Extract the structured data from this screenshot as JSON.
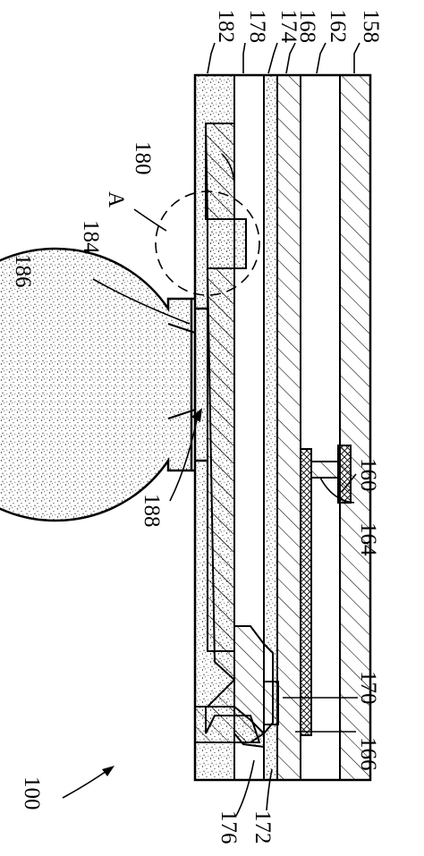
{
  "figure": {
    "figure_ref": "100",
    "layer_labels": {
      "l182": "182",
      "l178": "178",
      "l174": "174",
      "l168": "168",
      "l162": "162",
      "l158": "158"
    },
    "part_labels": {
      "l180": "180",
      "lA": "A",
      "l186": "186",
      "l184": "184",
      "l188": "188",
      "l160": "160",
      "l164": "164",
      "l170": "170",
      "l166": "166",
      "l176": "176",
      "l172": "172"
    }
  }
}
